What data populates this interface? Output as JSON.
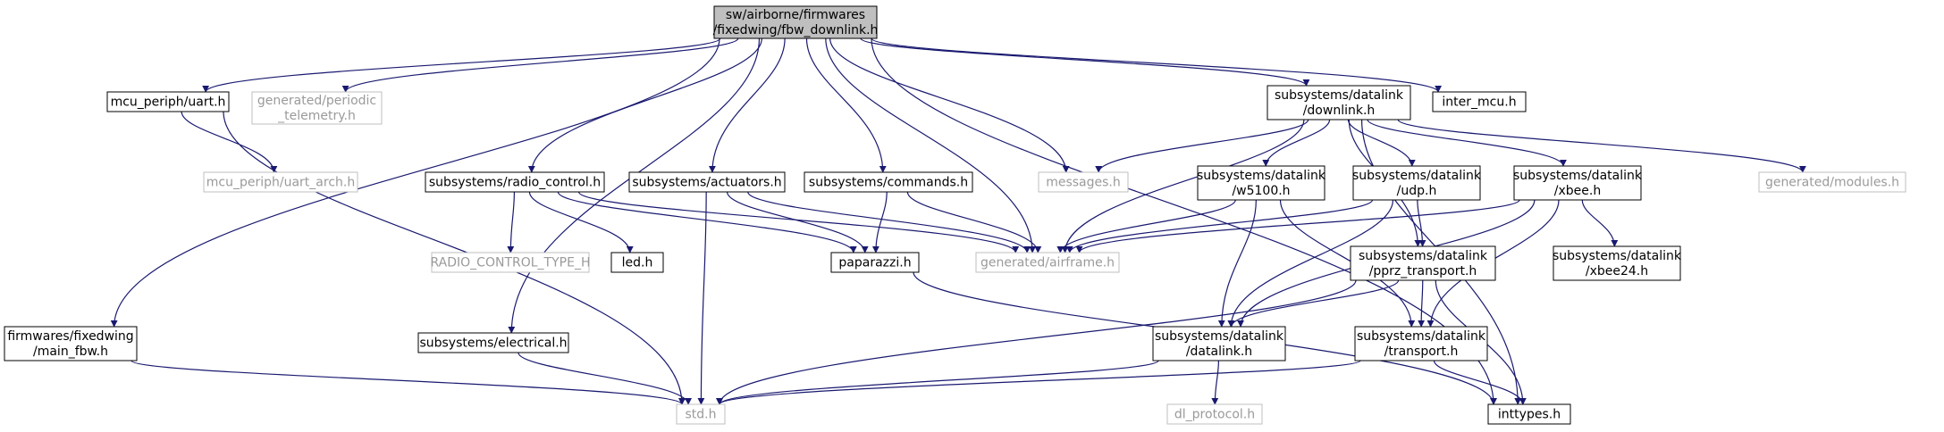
{
  "colors": {
    "edge": "#191970",
    "box_border": "#000000",
    "missing_border": "#bfbfbf",
    "root_fill": "#bfbfbf",
    "missing_text": "#9a9a9a"
  },
  "nodes": [
    {
      "id": "root",
      "lines": [
        "sw/airborne/firmwares",
        "/fixedwing/fbw_downlink.h"
      ],
      "kind": "root"
    },
    {
      "id": "uart",
      "lines": [
        "mcu_periph/uart.h"
      ],
      "kind": "normal"
    },
    {
      "id": "periodic",
      "lines": [
        "generated/periodic",
        "_telemetry.h"
      ],
      "kind": "missing"
    },
    {
      "id": "downlink",
      "lines": [
        "subsystems/datalink",
        "/downlink.h"
      ],
      "kind": "normal"
    },
    {
      "id": "intermcu",
      "lines": [
        "inter_mcu.h"
      ],
      "kind": "normal"
    },
    {
      "id": "uartarch",
      "lines": [
        "mcu_periph/uart_arch.h"
      ],
      "kind": "missing"
    },
    {
      "id": "radio",
      "lines": [
        "subsystems/radio_control.h"
      ],
      "kind": "normal"
    },
    {
      "id": "actuators",
      "lines": [
        "subsystems/actuators.h"
      ],
      "kind": "normal"
    },
    {
      "id": "commands",
      "lines": [
        "subsystems/commands.h"
      ],
      "kind": "normal"
    },
    {
      "id": "messages",
      "lines": [
        "messages.h"
      ],
      "kind": "missing"
    },
    {
      "id": "w5100",
      "lines": [
        "subsystems/datalink",
        "/w5100.h"
      ],
      "kind": "normal"
    },
    {
      "id": "udp",
      "lines": [
        "subsystems/datalink",
        "/udp.h"
      ],
      "kind": "normal"
    },
    {
      "id": "xbee",
      "lines": [
        "subsystems/datalink",
        "/xbee.h"
      ],
      "kind": "normal"
    },
    {
      "id": "modules",
      "lines": [
        "generated/modules.h"
      ],
      "kind": "missing"
    },
    {
      "id": "radiotype",
      "lines": [
        "RADIO_CONTROL_TYPE_H"
      ],
      "kind": "missing"
    },
    {
      "id": "led",
      "lines": [
        "led.h"
      ],
      "kind": "normal"
    },
    {
      "id": "paparazzi",
      "lines": [
        "paparazzi.h"
      ],
      "kind": "normal"
    },
    {
      "id": "airframe",
      "lines": [
        "generated/airframe.h"
      ],
      "kind": "missing"
    },
    {
      "id": "pprz",
      "lines": [
        "subsystems/datalink",
        "/pprz_transport.h"
      ],
      "kind": "normal"
    },
    {
      "id": "xbee24",
      "lines": [
        "subsystems/datalink",
        "/xbee24.h"
      ],
      "kind": "normal"
    },
    {
      "id": "mainfbw",
      "lines": [
        "firmwares/fixedwing",
        "/main_fbw.h"
      ],
      "kind": "normal"
    },
    {
      "id": "electrical",
      "lines": [
        "subsystems/electrical.h"
      ],
      "kind": "normal"
    },
    {
      "id": "datalink",
      "lines": [
        "subsystems/datalink",
        "/datalink.h"
      ],
      "kind": "normal"
    },
    {
      "id": "transport",
      "lines": [
        "subsystems/datalink",
        "/transport.h"
      ],
      "kind": "normal"
    },
    {
      "id": "std",
      "lines": [
        "std.h"
      ],
      "kind": "missing"
    },
    {
      "id": "dlprotocol",
      "lines": [
        "dl_protocol.h"
      ],
      "kind": "missing"
    },
    {
      "id": "inttypes",
      "lines": [
        "inttypes.h"
      ],
      "kind": "normal"
    }
  ],
  "edges": [
    [
      "root",
      "mainfbw"
    ],
    [
      "root",
      "uart"
    ],
    [
      "root",
      "periodic"
    ],
    [
      "root",
      "electrical"
    ],
    [
      "root",
      "radio"
    ],
    [
      "root",
      "actuators"
    ],
    [
      "root",
      "commands"
    ],
    [
      "root",
      "airframe"
    ],
    [
      "root",
      "messages"
    ],
    [
      "root",
      "downlink"
    ],
    [
      "root",
      "intermcu"
    ],
    [
      "root",
      "inttypes"
    ],
    [
      "uart",
      "uartarch"
    ],
    [
      "uart",
      "std"
    ],
    [
      "mainfbw",
      "std"
    ],
    [
      "electrical",
      "std"
    ],
    [
      "radio",
      "radiotype"
    ],
    [
      "radio",
      "led"
    ],
    [
      "radio",
      "paparazzi"
    ],
    [
      "radio",
      "airframe"
    ],
    [
      "actuators",
      "std"
    ],
    [
      "actuators",
      "paparazzi"
    ],
    [
      "actuators",
      "airframe"
    ],
    [
      "commands",
      "paparazzi"
    ],
    [
      "commands",
      "airframe"
    ],
    [
      "paparazzi",
      "inttypes"
    ],
    [
      "downlink",
      "messages"
    ],
    [
      "downlink",
      "airframe"
    ],
    [
      "downlink",
      "w5100"
    ],
    [
      "downlink",
      "udp"
    ],
    [
      "downlink",
      "xbee"
    ],
    [
      "downlink",
      "modules"
    ],
    [
      "downlink",
      "pprz"
    ],
    [
      "downlink",
      "inttypes"
    ],
    [
      "w5100",
      "airframe"
    ],
    [
      "w5100",
      "datalink"
    ],
    [
      "w5100",
      "transport"
    ],
    [
      "udp",
      "airframe"
    ],
    [
      "udp",
      "datalink"
    ],
    [
      "udp",
      "pprz"
    ],
    [
      "xbee",
      "airframe"
    ],
    [
      "xbee",
      "datalink"
    ],
    [
      "xbee",
      "xbee24"
    ],
    [
      "xbee",
      "transport"
    ],
    [
      "pprz",
      "datalink"
    ],
    [
      "pprz",
      "transport"
    ],
    [
      "pprz",
      "std"
    ],
    [
      "pprz",
      "inttypes"
    ],
    [
      "datalink",
      "std"
    ],
    [
      "datalink",
      "dlprotocol"
    ],
    [
      "transport",
      "std"
    ],
    [
      "transport",
      "inttypes"
    ]
  ]
}
